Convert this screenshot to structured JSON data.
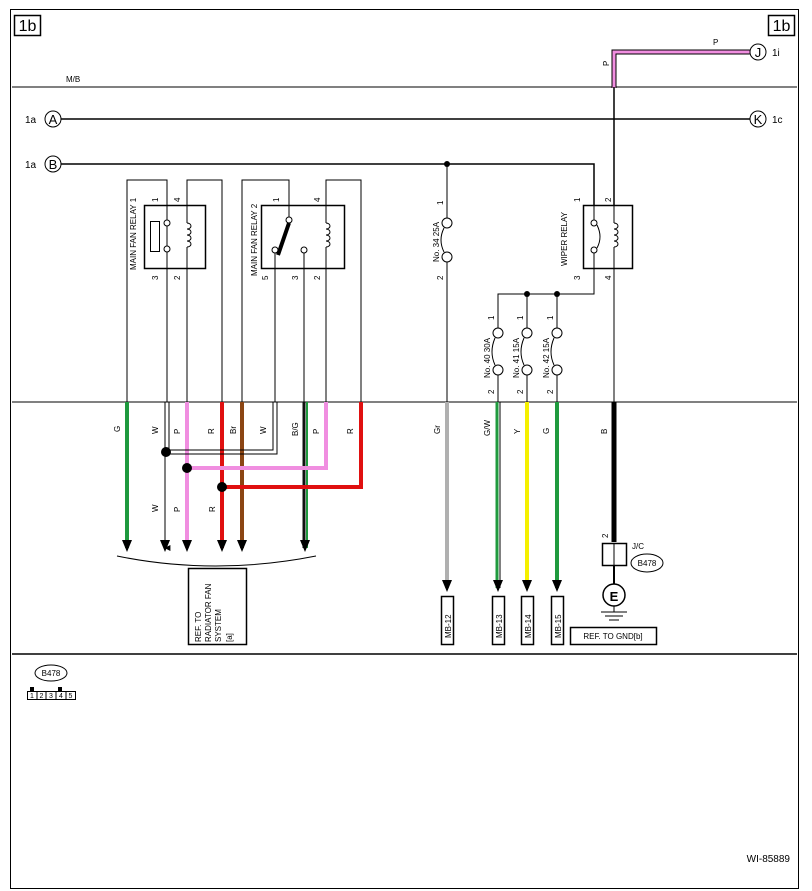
{
  "page": {
    "code_left": "1b",
    "code_right": "1b",
    "figure_id": "WI-85889",
    "mb_label": "M/B"
  },
  "buses": {
    "a_left": "1a",
    "a_circle": "A",
    "a_right": "1c",
    "k_circle": "K",
    "b_left": "1a",
    "b_circle": "B",
    "j_circle": "J",
    "j_right": "1i",
    "p_top": "P",
    "p_vert": "P"
  },
  "relays": {
    "fan1": {
      "name": "MAIN FAN RELAY 1",
      "pins": [
        "1",
        "4",
        "3",
        "2"
      ]
    },
    "fan2": {
      "name": "MAIN FAN RELAY 2",
      "pins": [
        "1",
        "4",
        "5",
        "3",
        "2"
      ]
    },
    "wiper": {
      "name": "WIPER RELAY",
      "pins": [
        "1",
        "2",
        "3",
        "4"
      ]
    }
  },
  "fuses": [
    {
      "label": "No. 34  25A",
      "pin_top": "1",
      "pin_bottom": "2"
    },
    {
      "label": "No. 40  30A",
      "pin_top": "1",
      "pin_bottom": "2"
    },
    {
      "label": "No. 41  15A",
      "pin_top": "1",
      "pin_bottom": "2"
    },
    {
      "label": "No. 42  15A",
      "pin_top": "1",
      "pin_bottom": "2"
    }
  ],
  "wires": [
    "G",
    "W",
    "P",
    "R",
    "Br",
    "W",
    "B/G",
    "P",
    "R",
    "Gr",
    "G/W",
    "Y",
    "G",
    "B"
  ],
  "wires_lower": [
    "W",
    "P",
    "R"
  ],
  "wire_colors": {
    "G": "#1f9a3e",
    "W": "#ffffff",
    "P": "#f08ee0",
    "R": "#e01010",
    "Br": "#8b4513",
    "BG": "#111111",
    "Gr": "#b0b0b0",
    "Y": "#f5f000",
    "B": "#000000"
  },
  "ref_radiator": [
    "REF. TO",
    "RADIATOR FAN",
    "SYSTEM",
    "[a]"
  ],
  "ref_gnd": "REF. TO GND[b]",
  "mb_connectors": [
    "MB-12",
    "MB-13",
    "MB-14",
    "MB-15"
  ],
  "jc": {
    "label": "J/C",
    "pin": "2",
    "connector": "B478",
    "ground": "E"
  },
  "legend": {
    "connector": "B478",
    "pins": [
      "1",
      "2",
      "3",
      "4",
      "5"
    ]
  }
}
